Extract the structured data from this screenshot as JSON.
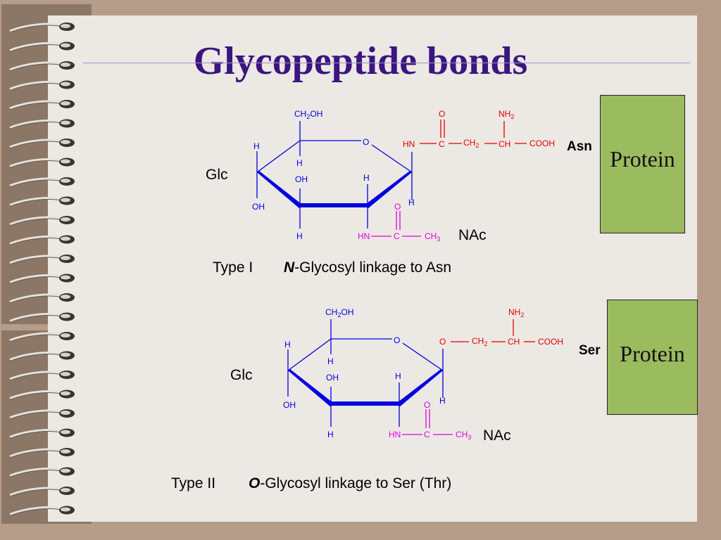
{
  "title": "Glycopeptide bonds",
  "protein_label": "Protein",
  "type1": {
    "sugar_label": "Glc",
    "amino_label": "Asn",
    "nac_label": "NAc",
    "type": "Type I",
    "linkage_prefix": "N",
    "linkage_rest": "-Glycosyl linkage to Asn"
  },
  "type2": {
    "sugar_label": "Glc",
    "amino_label": "Ser",
    "nac_label": "NAc",
    "type": "Type II",
    "linkage_prefix": "O",
    "linkage_rest": "-Glycosyl linkage to Ser (Thr)"
  },
  "atoms": {
    "ch2oh": "CH",
    "oh": "OH",
    "h": "H",
    "o": "O",
    "hn": "HN",
    "c": "C",
    "ch2": "CH",
    "ch": "CH",
    "cooh": "COOH",
    "nh2": "NH",
    "ch3": "CH",
    "sub2": "2",
    "sub3": "3"
  },
  "colors": {
    "background": "#b59d8a",
    "paper": "#ece8e4",
    "title": "#3b1580",
    "ring": "#0000e0",
    "amino": "#e00000",
    "nac": "#e000e0",
    "protein": "#9bbb5f"
  }
}
